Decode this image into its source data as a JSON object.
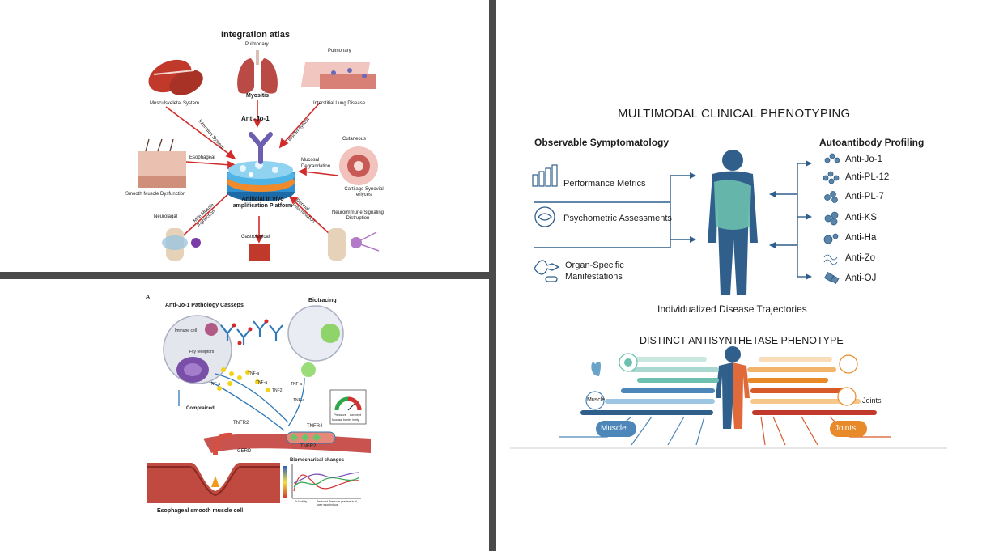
{
  "atlas": {
    "title": "Integration atlas",
    "pulmonary_top": "Pulmonary",
    "myositis": "Myositis",
    "pulmonary_right": "Pulmonary",
    "musculoskeletal": "Musculskeletal System",
    "interstitial_lung": "Interstitial Lung Disease",
    "anti_jo1": "Anti-Jo-1",
    "interstitial_system": "Interstital System",
    "insulin_syston": "Insulin-syston",
    "cutaneous": "Cutaneous",
    "esophageal": "Esophageal",
    "mucosal": "Mucosal Degrandation",
    "cartilage": "Cartilage Synovial eriyces",
    "smooth_muscle": "Smooth Muscle Dysfunction",
    "platform": "Artificial in vivo amplification Platform",
    "mite_muscle": "Mite Muscle Ingnection",
    "dermal": "Dermal Inflammation",
    "neurolagal": "Neurolagal",
    "neuroimmune": "Neuroimmune Signaling Distruption",
    "gastrological": "Gastrolugical"
  },
  "pathology": {
    "letter": "A",
    "title": "Anti-Jo-1 Pathology Casseps",
    "biotracing": "Biotracing",
    "immune_cell": "Immune cell",
    "fcy": "Fcy receptors",
    "tnf_labels": [
      "TNF-a",
      "TNF-a",
      "TNF-a",
      "TNF2",
      "TNF-a",
      "TNF-a"
    ],
    "compraiced": "Compraiced",
    "tnfr2_a": "TNFR2",
    "tnfr4": "TNFR4",
    "tnfr2_b": "TNFR2",
    "gerd": "GERD",
    "gauge_pressure": "Pressure",
    "gauge_concept": "concept",
    "gauge_caption": "Mucosal barrier intrity",
    "biomech": "Biomecharical changes",
    "x_left": "Fr Motility",
    "x_right": "Reduced Pressure gradient in lrl, ower esophytous",
    "footer": "Esophageal smooth muscle cell"
  },
  "phenotyping": {
    "title": "MULTIMODAL CLINICAL PHENOTYPING",
    "left_heading": "Observable Symptomatology",
    "right_heading": "Autoantibody Profiling",
    "left_items": [
      "Performance Metrics",
      "Psychometric Assessments",
      "Organ-Specific",
      "Manifestations"
    ],
    "antibodies": [
      "Anti-Jo-1",
      "Anti-PL-12",
      "Anti-PL-7",
      "Anti-KS",
      "Anti-Ha",
      "Anti-Zo",
      "Anti-OJ"
    ],
    "trajectories": "Individualized Disease Trajectories",
    "distinct_title": "DISTINCT ANTISYNTHETASE PHENOTYPE",
    "muscle_small": "Muscle",
    "joints_small": "Joints",
    "muscle_pill": "Muscle",
    "joints_pill": "Joints"
  },
  "colors": {
    "divider": "#4a4a4a",
    "body_teal": "#6dbfae",
    "body_blue": "#2f5f8a",
    "joints_orange": "#e88a2a",
    "muscle_blue": "#4d86b8",
    "arrow_red": "#d22b2b"
  }
}
